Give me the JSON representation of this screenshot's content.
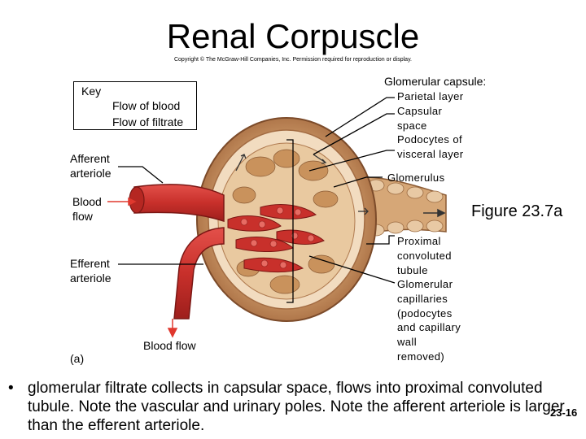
{
  "title": "Renal Corpuscle",
  "copyright": "Copyright © The McGraw-Hill Companies, Inc. Permission required for reproduction or display.",
  "key": {
    "heading": "Key",
    "blood_flow": "Flow of blood",
    "filtrate_flow": "Flow of filtrate",
    "blood_color": "#e0382e",
    "filtrate_color": "#333333"
  },
  "labels": {
    "afferent_1": "Afferent",
    "afferent_2": "arteriole",
    "blood_flow_1": "Blood",
    "blood_flow_2": "flow",
    "efferent_1": "Efferent",
    "efferent_2": "arteriole",
    "blood_flow_bottom": "Blood flow",
    "part_a": "(a)",
    "capsule_heading": "Glomerular capsule:",
    "capsule_lines": [
      "Parietal layer",
      "Capsular",
      "space",
      "Podocytes of",
      "visceral layer"
    ],
    "glomerulus": "Glomerulus",
    "proximal_lines": [
      "Proximal",
      "convoluted",
      "tubule"
    ],
    "capillaries_lines": [
      "Glomerular",
      "capillaries",
      "(podocytes",
      "and capillary",
      "wall",
      "removed)"
    ]
  },
  "figure_label": "Figure 23.7a",
  "caption": {
    "bullet": "•",
    "text": "glomerular filtrate collects in capsular space, flows into proximal convoluted tubule. Note the vascular and urinary poles. Note the afferent arteriole is larger than the efferent arteriole."
  },
  "page_number": "23-16"
}
